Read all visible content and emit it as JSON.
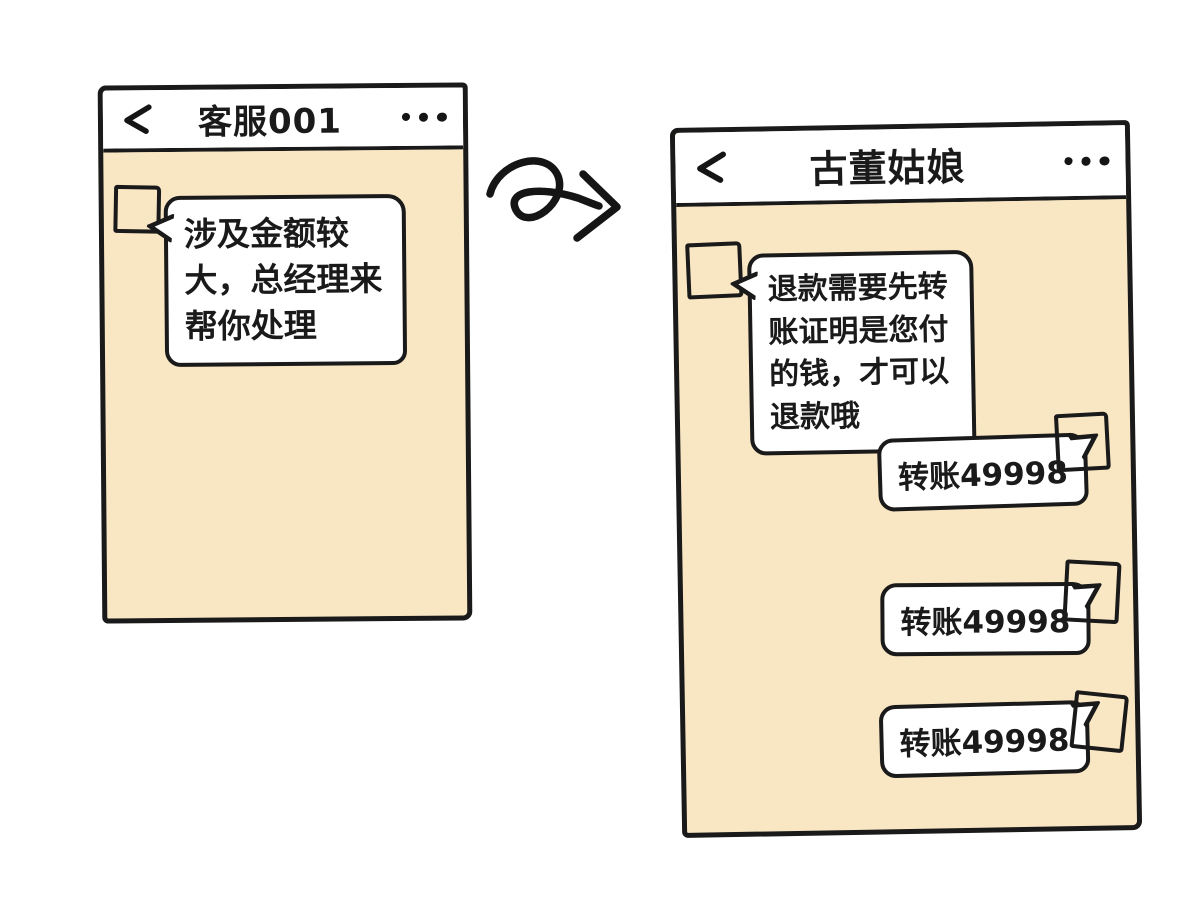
{
  "scene": {
    "description": "Hand-drawn comic of two phone chat screens showing a fake customer-service refund scam",
    "style": "hand-drawn cartoon"
  },
  "colors": {
    "page_bg": "#ffffff",
    "chat_bg": "#f9e7c4",
    "header_bg": "#ffffff",
    "bubble_bg": "#ffffff",
    "outline": "#1a1a1a"
  },
  "icons": {
    "back": "chevron-left",
    "menu": "three-dots-ellipsis",
    "transition": "curly-arrow-right"
  },
  "left_phone": {
    "header": {
      "title": "客服001"
    },
    "messages": [
      {
        "direction": "incoming",
        "text": "涉及金额较\n大，总经理来\n帮你处理"
      }
    ]
  },
  "right_phone": {
    "header": {
      "title": "古董姑娘"
    },
    "messages": [
      {
        "direction": "incoming",
        "text": "退款需要先转\n账证明是您付\n的钱，才可以\n退款哦"
      },
      {
        "direction": "outgoing",
        "text": "转账49998"
      },
      {
        "direction": "outgoing",
        "text": "转账49998"
      },
      {
        "direction": "outgoing",
        "text": "转账49998"
      }
    ]
  }
}
